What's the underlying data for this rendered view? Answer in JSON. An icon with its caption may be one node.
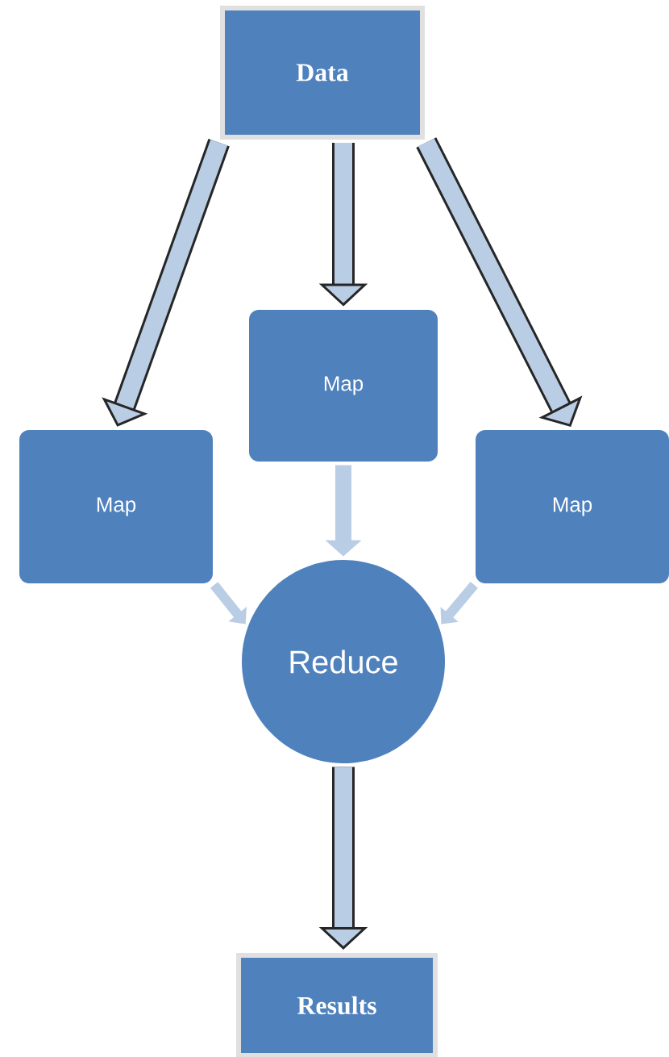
{
  "diagram": {
    "nodes": [
      {
        "text": [
          "Data"
        ]
      },
      {
        "text": [
          "Map"
        ]
      },
      {
        "text": [
          "Map"
        ]
      },
      {
        "text": [
          "Map"
        ]
      },
      {
        "text": [
          "Reduce"
        ]
      },
      {
        "text": [
          "Results"
        ]
      }
    ],
    "edges": [
      {
        "from": 0,
        "to": 2,
        "arrow": "to"
      },
      {
        "from": 0,
        "to": 1,
        "arrow": "to"
      },
      {
        "from": 0,
        "to": 3,
        "arrow": "to"
      },
      {
        "from": 1,
        "to": 4,
        "arrow": "to",
        "color": "#b9cde5"
      },
      {
        "from": 2,
        "to": 4,
        "arrow": "to",
        "color": "#b9cde5"
      },
      {
        "from": 3,
        "to": 4,
        "arrow": "to",
        "color": "#b9cde5"
      },
      {
        "from": 4,
        "to": 5,
        "arrow": "to"
      }
    ]
  }
}
